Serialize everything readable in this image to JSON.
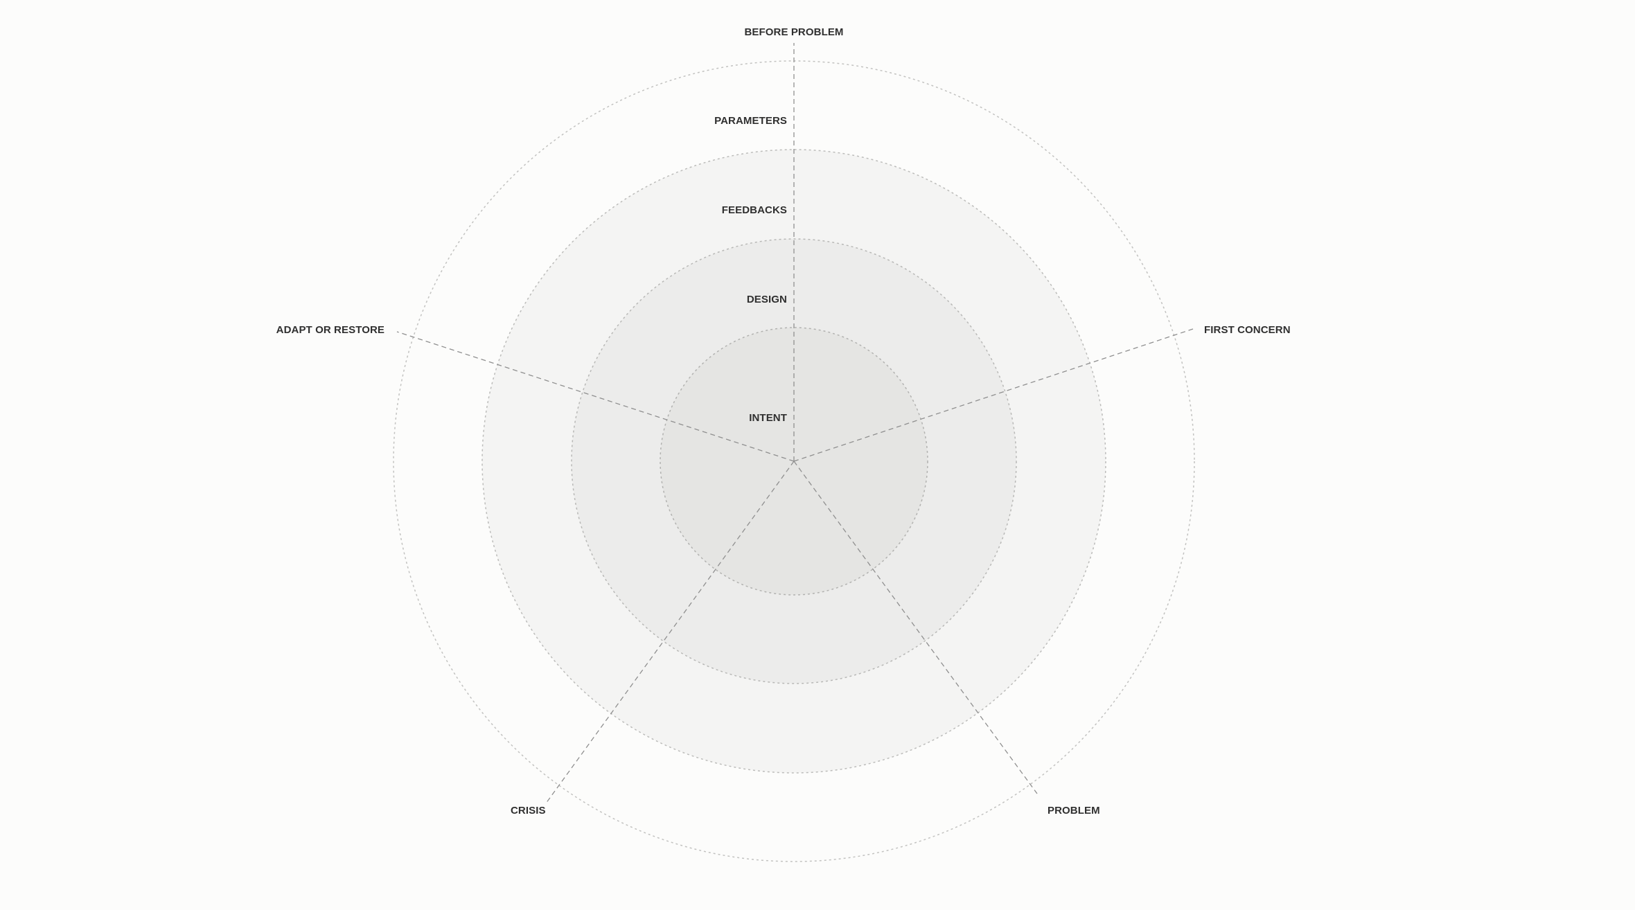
{
  "diagram": {
    "rings": [
      {
        "label": "INTENT",
        "fill": "#e5e5e3",
        "stroke": "#b2b2b0"
      },
      {
        "label": "DESIGN",
        "fill": "#ececeb",
        "stroke": "#b8b8b6"
      },
      {
        "label": "FEEDBACKS",
        "fill": "#f4f4f3",
        "stroke": "#bcbcba"
      },
      {
        "label": "PARAMETERS",
        "fill": "none",
        "stroke": "#c2c2c0"
      }
    ],
    "stages": [
      {
        "label": "BEFORE PROBLEM"
      },
      {
        "label": "FIRST CONCERN"
      },
      {
        "label": "PROBLEM"
      },
      {
        "label": "CRISIS"
      },
      {
        "label": "ADAPT OR RESTORE"
      }
    ],
    "colors": {
      "background": "#fcfcfb",
      "text": "#2f2f2f",
      "spoke": "#8f8f8f"
    }
  }
}
